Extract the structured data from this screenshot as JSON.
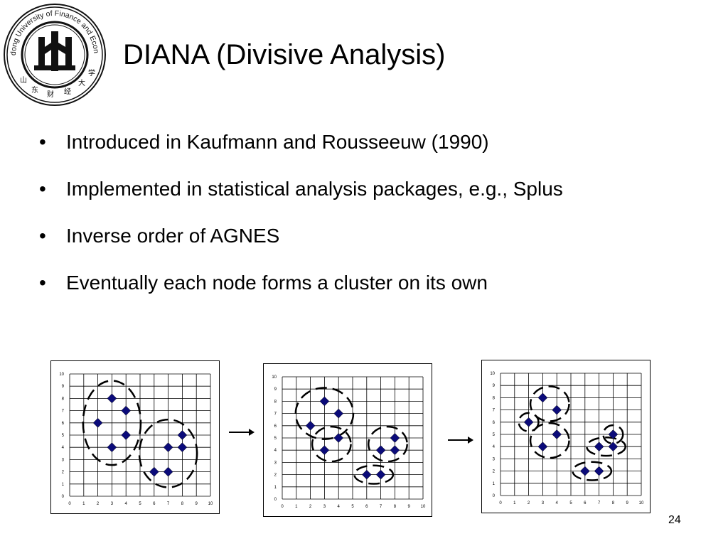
{
  "slide": {
    "title": "DIANA (Divisive Analysis)",
    "bullets": [
      "Introduced in Kaufmann and Rousseeuw (1990)",
      "Implemented in statistical analysis packages, e.g., Splus",
      "Inverse order of AGNES",
      "Eventually each node forms a cluster on its own"
    ],
    "page_number": "24",
    "logo_text": "Shandong University of Finance and Economics"
  },
  "colors": {
    "point": "#0b0b7a",
    "grid": "#000000",
    "cluster_outline": "#000000"
  },
  "chart_data": [
    {
      "type": "scatter",
      "xlim": [
        0,
        10
      ],
      "ylim": [
        0,
        10
      ],
      "xticks": [
        0,
        1,
        2,
        3,
        4,
        5,
        6,
        7,
        8,
        9,
        10
      ],
      "yticks": [
        0,
        1,
        2,
        3,
        4,
        5,
        6,
        7,
        8,
        9,
        10
      ],
      "grid": true,
      "points": [
        [
          2,
          6
        ],
        [
          3,
          8
        ],
        [
          3,
          4
        ],
        [
          4,
          7
        ],
        [
          4,
          5
        ],
        [
          6,
          2
        ],
        [
          7,
          2
        ],
        [
          7,
          4
        ],
        [
          8,
          5
        ],
        [
          8,
          4
        ]
      ],
      "clusters": [
        [
          0,
          1,
          2,
          3,
          4
        ],
        [
          5,
          6,
          7,
          8,
          9
        ]
      ]
    },
    {
      "type": "scatter",
      "xlim": [
        0,
        10
      ],
      "ylim": [
        0,
        10
      ],
      "xticks": [
        0,
        1,
        2,
        3,
        4,
        5,
        6,
        7,
        8,
        9,
        10
      ],
      "yticks": [
        0,
        1,
        2,
        3,
        4,
        5,
        6,
        7,
        8,
        9,
        10
      ],
      "grid": true,
      "points": [
        [
          2,
          6
        ],
        [
          3,
          8
        ],
        [
          3,
          4
        ],
        [
          4,
          7
        ],
        [
          4,
          5
        ],
        [
          6,
          2
        ],
        [
          7,
          2
        ],
        [
          7,
          4
        ],
        [
          8,
          5
        ],
        [
          8,
          4
        ]
      ],
      "clusters": [
        [
          0,
          1,
          3
        ],
        [
          2,
          4
        ],
        [
          5,
          6
        ],
        [
          7,
          8,
          9
        ]
      ]
    },
    {
      "type": "scatter",
      "xlim": [
        0,
        10
      ],
      "ylim": [
        0,
        10
      ],
      "xticks": [
        0,
        1,
        2,
        3,
        4,
        5,
        6,
        7,
        8,
        9,
        10
      ],
      "yticks": [
        0,
        1,
        2,
        3,
        4,
        5,
        6,
        7,
        8,
        9,
        10
      ],
      "grid": true,
      "points": [
        [
          2,
          6
        ],
        [
          3,
          8
        ],
        [
          3,
          4
        ],
        [
          4,
          7
        ],
        [
          4,
          5
        ],
        [
          6,
          2
        ],
        [
          7,
          2
        ],
        [
          7,
          4
        ],
        [
          8,
          5
        ],
        [
          8,
          4
        ]
      ],
      "clusters": [
        [
          0
        ],
        [
          1,
          3
        ],
        [
          2,
          4
        ],
        [
          5,
          6
        ],
        [
          7,
          9
        ],
        [
          8
        ]
      ]
    }
  ]
}
